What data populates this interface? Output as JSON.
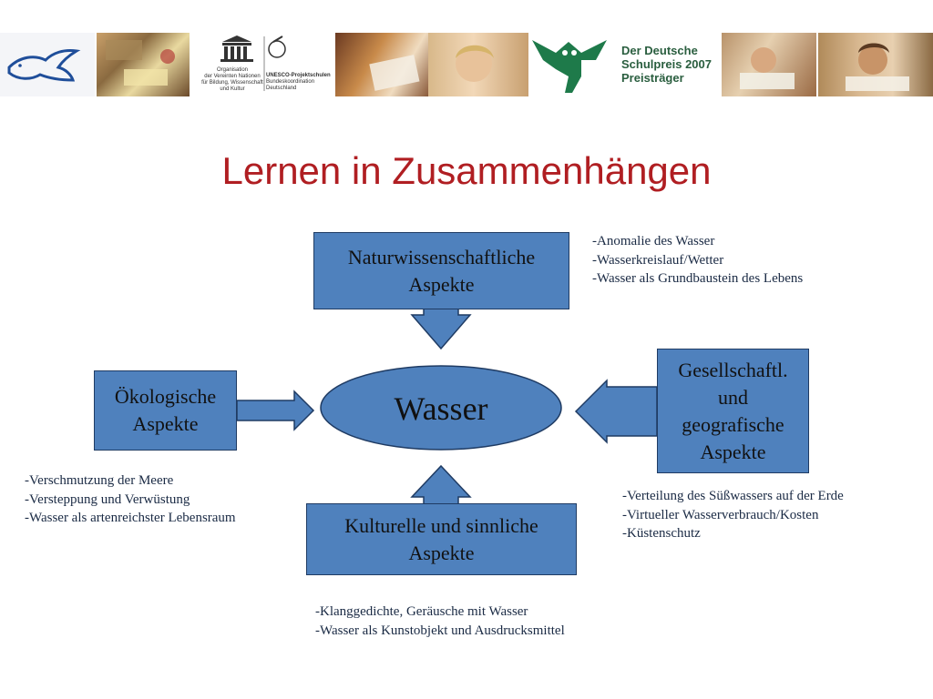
{
  "banner": {
    "unesco_org_text": [
      "Organisation",
      "der Vereinten Nationen",
      "für Bildung, Wissenschaft",
      "und Kultur"
    ],
    "unesco_schools_text": [
      "UNESCO-Projektschulen",
      "Bundeskoordination",
      "Deutschland"
    ],
    "schulpreis_text": [
      "Der Deutsche",
      "Schulpreis 2007",
      "Preisträger"
    ],
    "colors": {
      "dove": "#1f4e9a",
      "owl": "#1e7a4a",
      "schulpreis_text": "#2a5e3f"
    }
  },
  "title": "Lernen in Zusammenhängen",
  "center": {
    "label": "Wasser"
  },
  "boxes": {
    "top": [
      "Naturwissenschaftliche",
      "Aspekte"
    ],
    "left": [
      "Ökologische",
      "Aspekte"
    ],
    "right": [
      "Gesellschaftl.",
      "und",
      "geografische",
      "Aspekte"
    ],
    "bottom": [
      "Kulturelle und sinnliche",
      "Aspekte"
    ]
  },
  "notes": {
    "top": [
      "-Anomalie des Wasser",
      "-Wasserkreislauf/Wetter",
      "-Wasser als Grundbaustein des Lebens"
    ],
    "left": [
      "-Verschmutzung der Meere",
      "-Versteppung und Verwüstung",
      "-Wasser als artenreichster Lebensraum"
    ],
    "right": [
      "-Verteilung des Süßwassers auf der Erde",
      "-Virtueller Wasserverbrauch/Kosten",
      "-Küstenschutz"
    ],
    "bottom": [
      "-Klanggedichte, Geräusche mit Wasser",
      "-Wasser als Kunstobjekt und Ausdrucksmittel"
    ]
  },
  "colors": {
    "box_fill": "#4f81bd",
    "box_border": "#1f3b63",
    "title": "#b01e22",
    "note_text": "#1a2a44"
  }
}
